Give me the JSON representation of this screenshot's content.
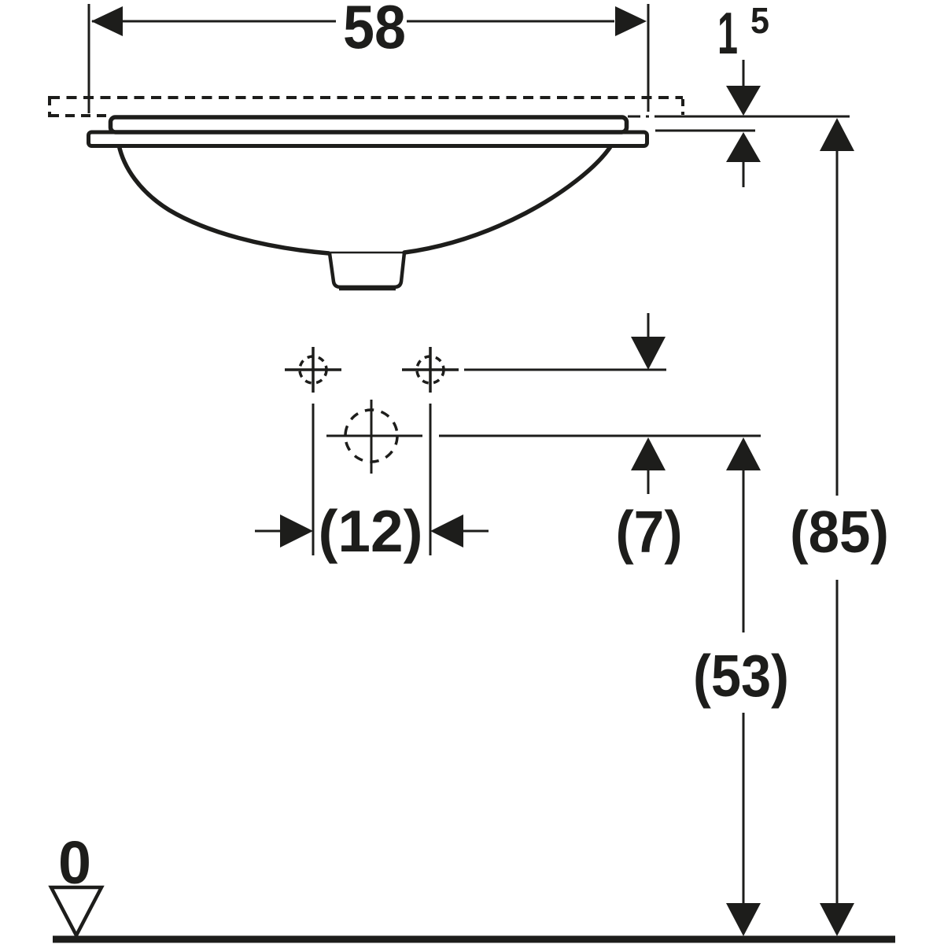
{
  "diagram": {
    "labels": {
      "basin_width": "58",
      "rim_height_int": "1",
      "rim_height_sup": "5",
      "tap_hole_spacing": "(12)",
      "tap_to_drain_drop": "(7)",
      "rim_height_above_floor": "(85)",
      "drain_height_above_floor": "(53)",
      "floor_datum": "0"
    }
  },
  "colors": {
    "ink": "#1d1d1b",
    "background": "#ffffff"
  }
}
